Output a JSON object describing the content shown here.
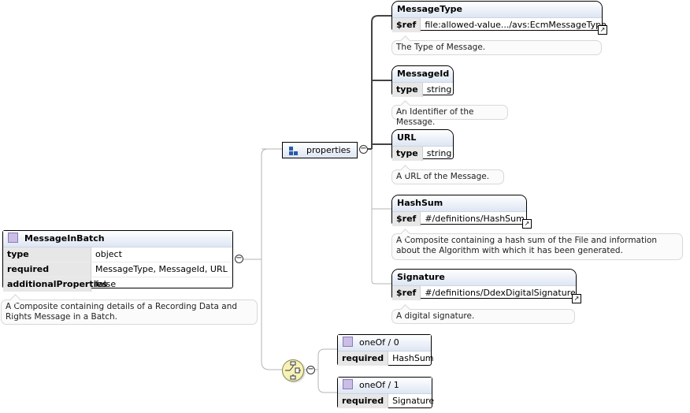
{
  "root": {
    "title": "MessageInBatch",
    "rows": [
      {
        "key": "type",
        "value": "object"
      },
      {
        "key": "required",
        "value": "MessageType, MessageId, URL"
      },
      {
        "key": "additionalProperties",
        "value": "false"
      }
    ],
    "note": "A Composite containing details of a Recording Data and Rights Message in a Batch."
  },
  "properties_label": "properties",
  "toggle_symbol": "−",
  "external_link_symbol": "↗",
  "properties": [
    {
      "name": "MessageType",
      "key": "$ref",
      "value": "file:allowed-value.../avs:EcmMessageType",
      "note": "The Type of Message."
    },
    {
      "name": "MessageId",
      "key": "type",
      "value": "string",
      "note": "An Identifier of the Message."
    },
    {
      "name": "URL",
      "key": "type",
      "value": "string",
      "note": "A URL of the Message."
    },
    {
      "name": "HashSum",
      "key": "$ref",
      "value": "#/definitions/HashSum",
      "note": "A Composite containing a hash sum of the File and information about the Algorithm with which it has been generated."
    },
    {
      "name": "Signature",
      "key": "$ref",
      "value": "#/definitions/DdexDigitalSignature",
      "note": "A digital signature."
    }
  ],
  "oneOf": [
    {
      "title": "oneOf / 0",
      "key": "required",
      "value": "HashSum"
    },
    {
      "title": "oneOf / 1",
      "key": "required",
      "value": "Signature"
    }
  ]
}
